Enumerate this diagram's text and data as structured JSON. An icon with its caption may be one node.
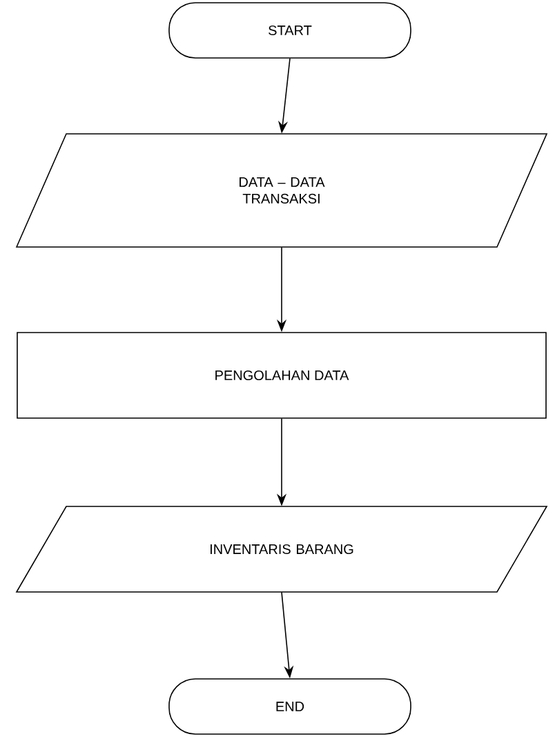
{
  "diagram": {
    "nodes": [
      {
        "text": [
          "START"
        ]
      },
      {
        "text": [
          "DATA – DATA TRANSAKSI"
        ]
      },
      {
        "text": [
          "PENGOLAHAN DATA"
        ]
      },
      {
        "text": [
          "INVENTARIS BARANG"
        ]
      },
      {
        "text": [
          "END"
        ]
      }
    ],
    "edges": [
      {
        "from": 0,
        "to": 1,
        "arrow": "to"
      },
      {
        "from": 1,
        "to": 2,
        "arrow": "to"
      },
      {
        "from": 2,
        "to": 3,
        "arrow": "to"
      },
      {
        "from": 3,
        "to": 4,
        "arrow": "to"
      }
    ]
  }
}
